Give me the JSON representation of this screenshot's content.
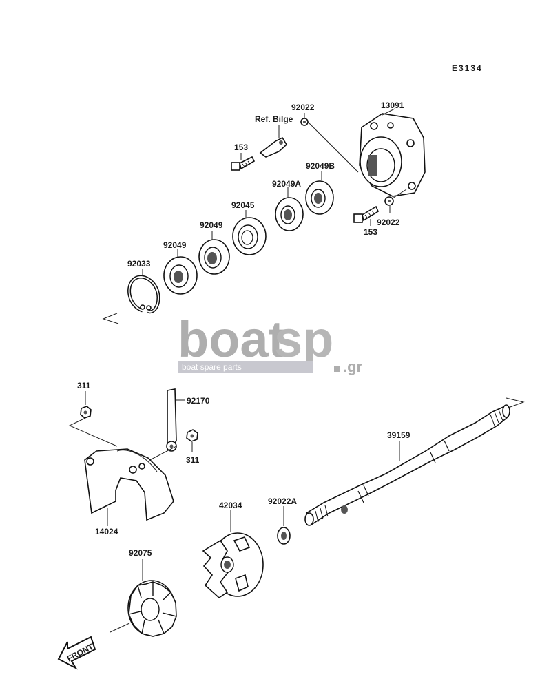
{
  "diagram_code": "E3134",
  "labels": {
    "l13091": "13091",
    "l92022_top": "92022",
    "ref_bilge": "Ref. Bilge",
    "l153_top": "153",
    "l92049B": "92049B",
    "l92049A": "92049A",
    "l92045": "92045",
    "l92049_a": "92049",
    "l92049_b": "92049",
    "l92033": "92033",
    "l92022_bot": "92022",
    "l153_bot": "153",
    "l311_left": "311",
    "l92170": "92170",
    "l311_right": "311",
    "l14024": "14024",
    "l42034": "42034",
    "l92022A": "92022A",
    "l39159": "39159",
    "l92075": "92075",
    "front": "FRONT"
  },
  "watermark": {
    "part1": "boat",
    "part2": "sp",
    "suffix": ".gr",
    "tagline": "boat spare parts"
  }
}
